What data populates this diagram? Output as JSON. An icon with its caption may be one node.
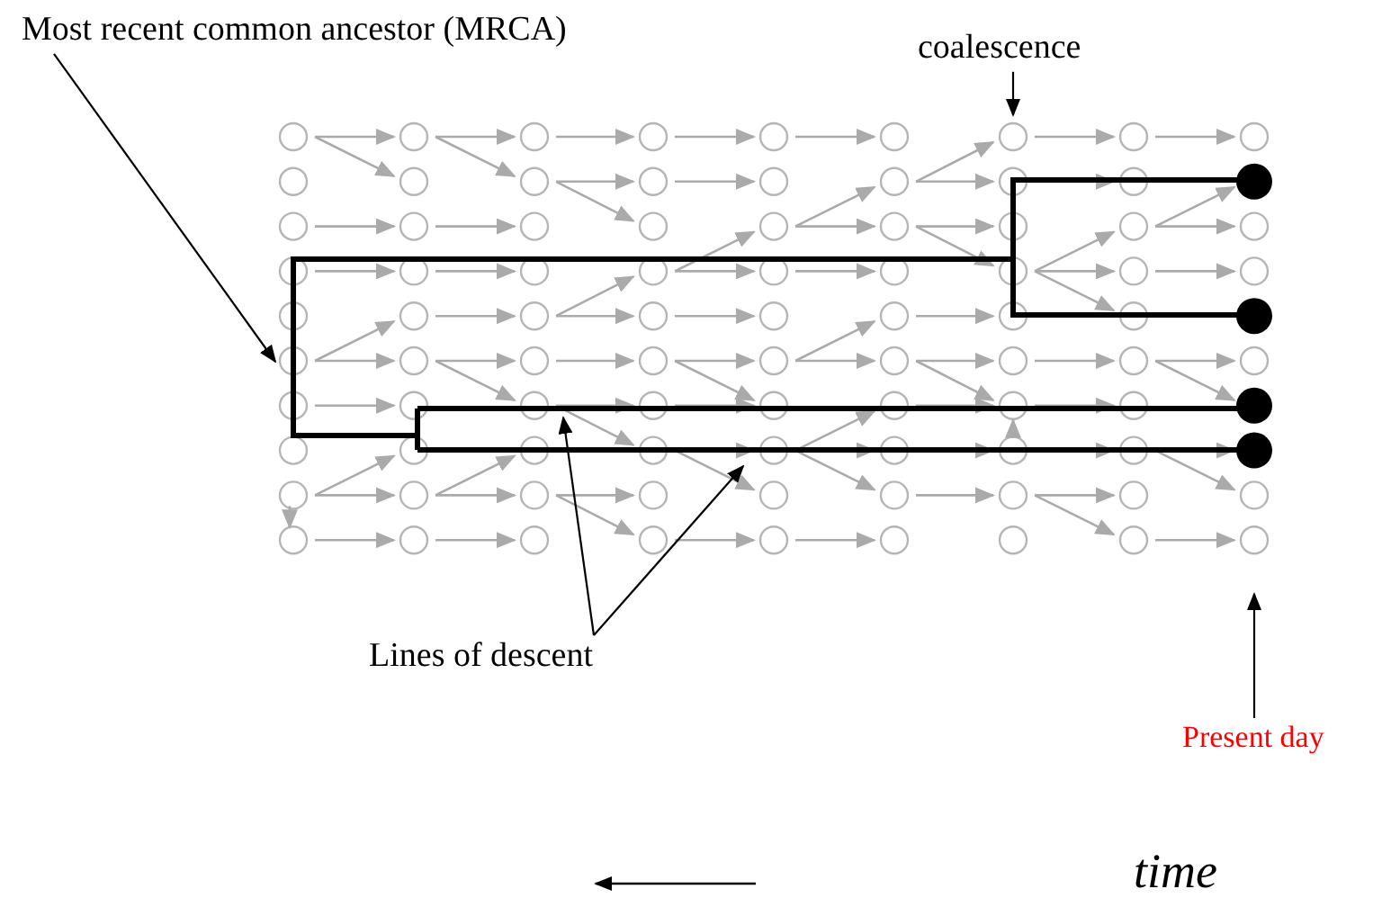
{
  "diagram": {
    "nodes": [
      {
        "text": [
          "Most recent common ancestor (MRCA)"
        ]
      },
      {
        "text": [
          "coalescence"
        ]
      },
      {
        "text": [
          "Lines of descent"
        ]
      },
      {
        "text": [
          "Present day"
        ]
      }
    ],
    "edges": [
      {
        "from": 0,
        "to": null,
        "arrow": "to"
      },
      {
        "from": 1,
        "to": null,
        "arrow": "to"
      },
      {
        "from": 2,
        "to": null,
        "arrow": "to"
      },
      {
        "from": 2,
        "to": null,
        "arrow": "to"
      },
      {
        "from": 3,
        "to": null,
        "arrow": "to"
      }
    ],
    "labels": [
      "time"
    ]
  }
}
